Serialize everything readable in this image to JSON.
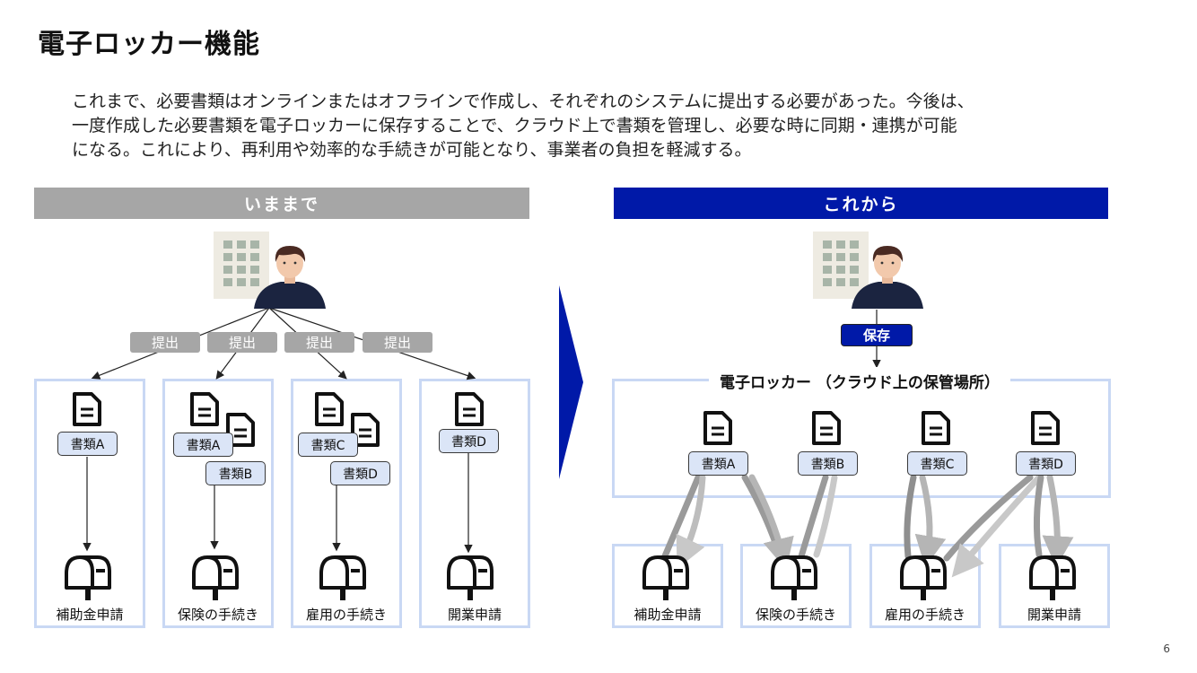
{
  "title": "電子ロッカー機能",
  "description": [
    "これまで、必要書類はオンラインまたはオフラインで作成し、それぞれのシステムに提出する必要があった。今後は、",
    "一度作成した必要書類を電子ロッカーに保存することで、クラウド上で書類を管理し、必要な時に同期・連携が可能",
    "になる。これにより、再利用や効率的な手続きが可能となり、事業者の負担を軽減する。"
  ],
  "before": {
    "header": "いままで",
    "submit_label": "提出",
    "documents": [
      "書類A",
      "書類A",
      "書類B",
      "書類C",
      "書類D",
      "書類D"
    ],
    "procedures": [
      "補助金申請",
      "保険の手続き",
      "雇用の手続き",
      "開業申請"
    ]
  },
  "after": {
    "header": "これから",
    "save_label": "保存",
    "locker_title": "電子ロッカー （クラウド上の保管場所）",
    "documents": [
      "書類A",
      "書類B",
      "書類C",
      "書類D"
    ],
    "procedures": [
      "補助金申請",
      "保険の手続き",
      "雇用の手続き",
      "開業申請"
    ]
  },
  "colors": {
    "before_header": "#a6a6a6",
    "after_header": "#0019a8",
    "box_border": "#c9d8f4",
    "doc_label_bg": "#dbe5f7",
    "arrow_gray": "#9a9a9a"
  },
  "icons": {
    "person": "person-icon",
    "building": "building-icon",
    "document": "document-icon",
    "mailbox": "mailbox-icon",
    "transition": "chevron-right-icon"
  },
  "page_number": "6"
}
